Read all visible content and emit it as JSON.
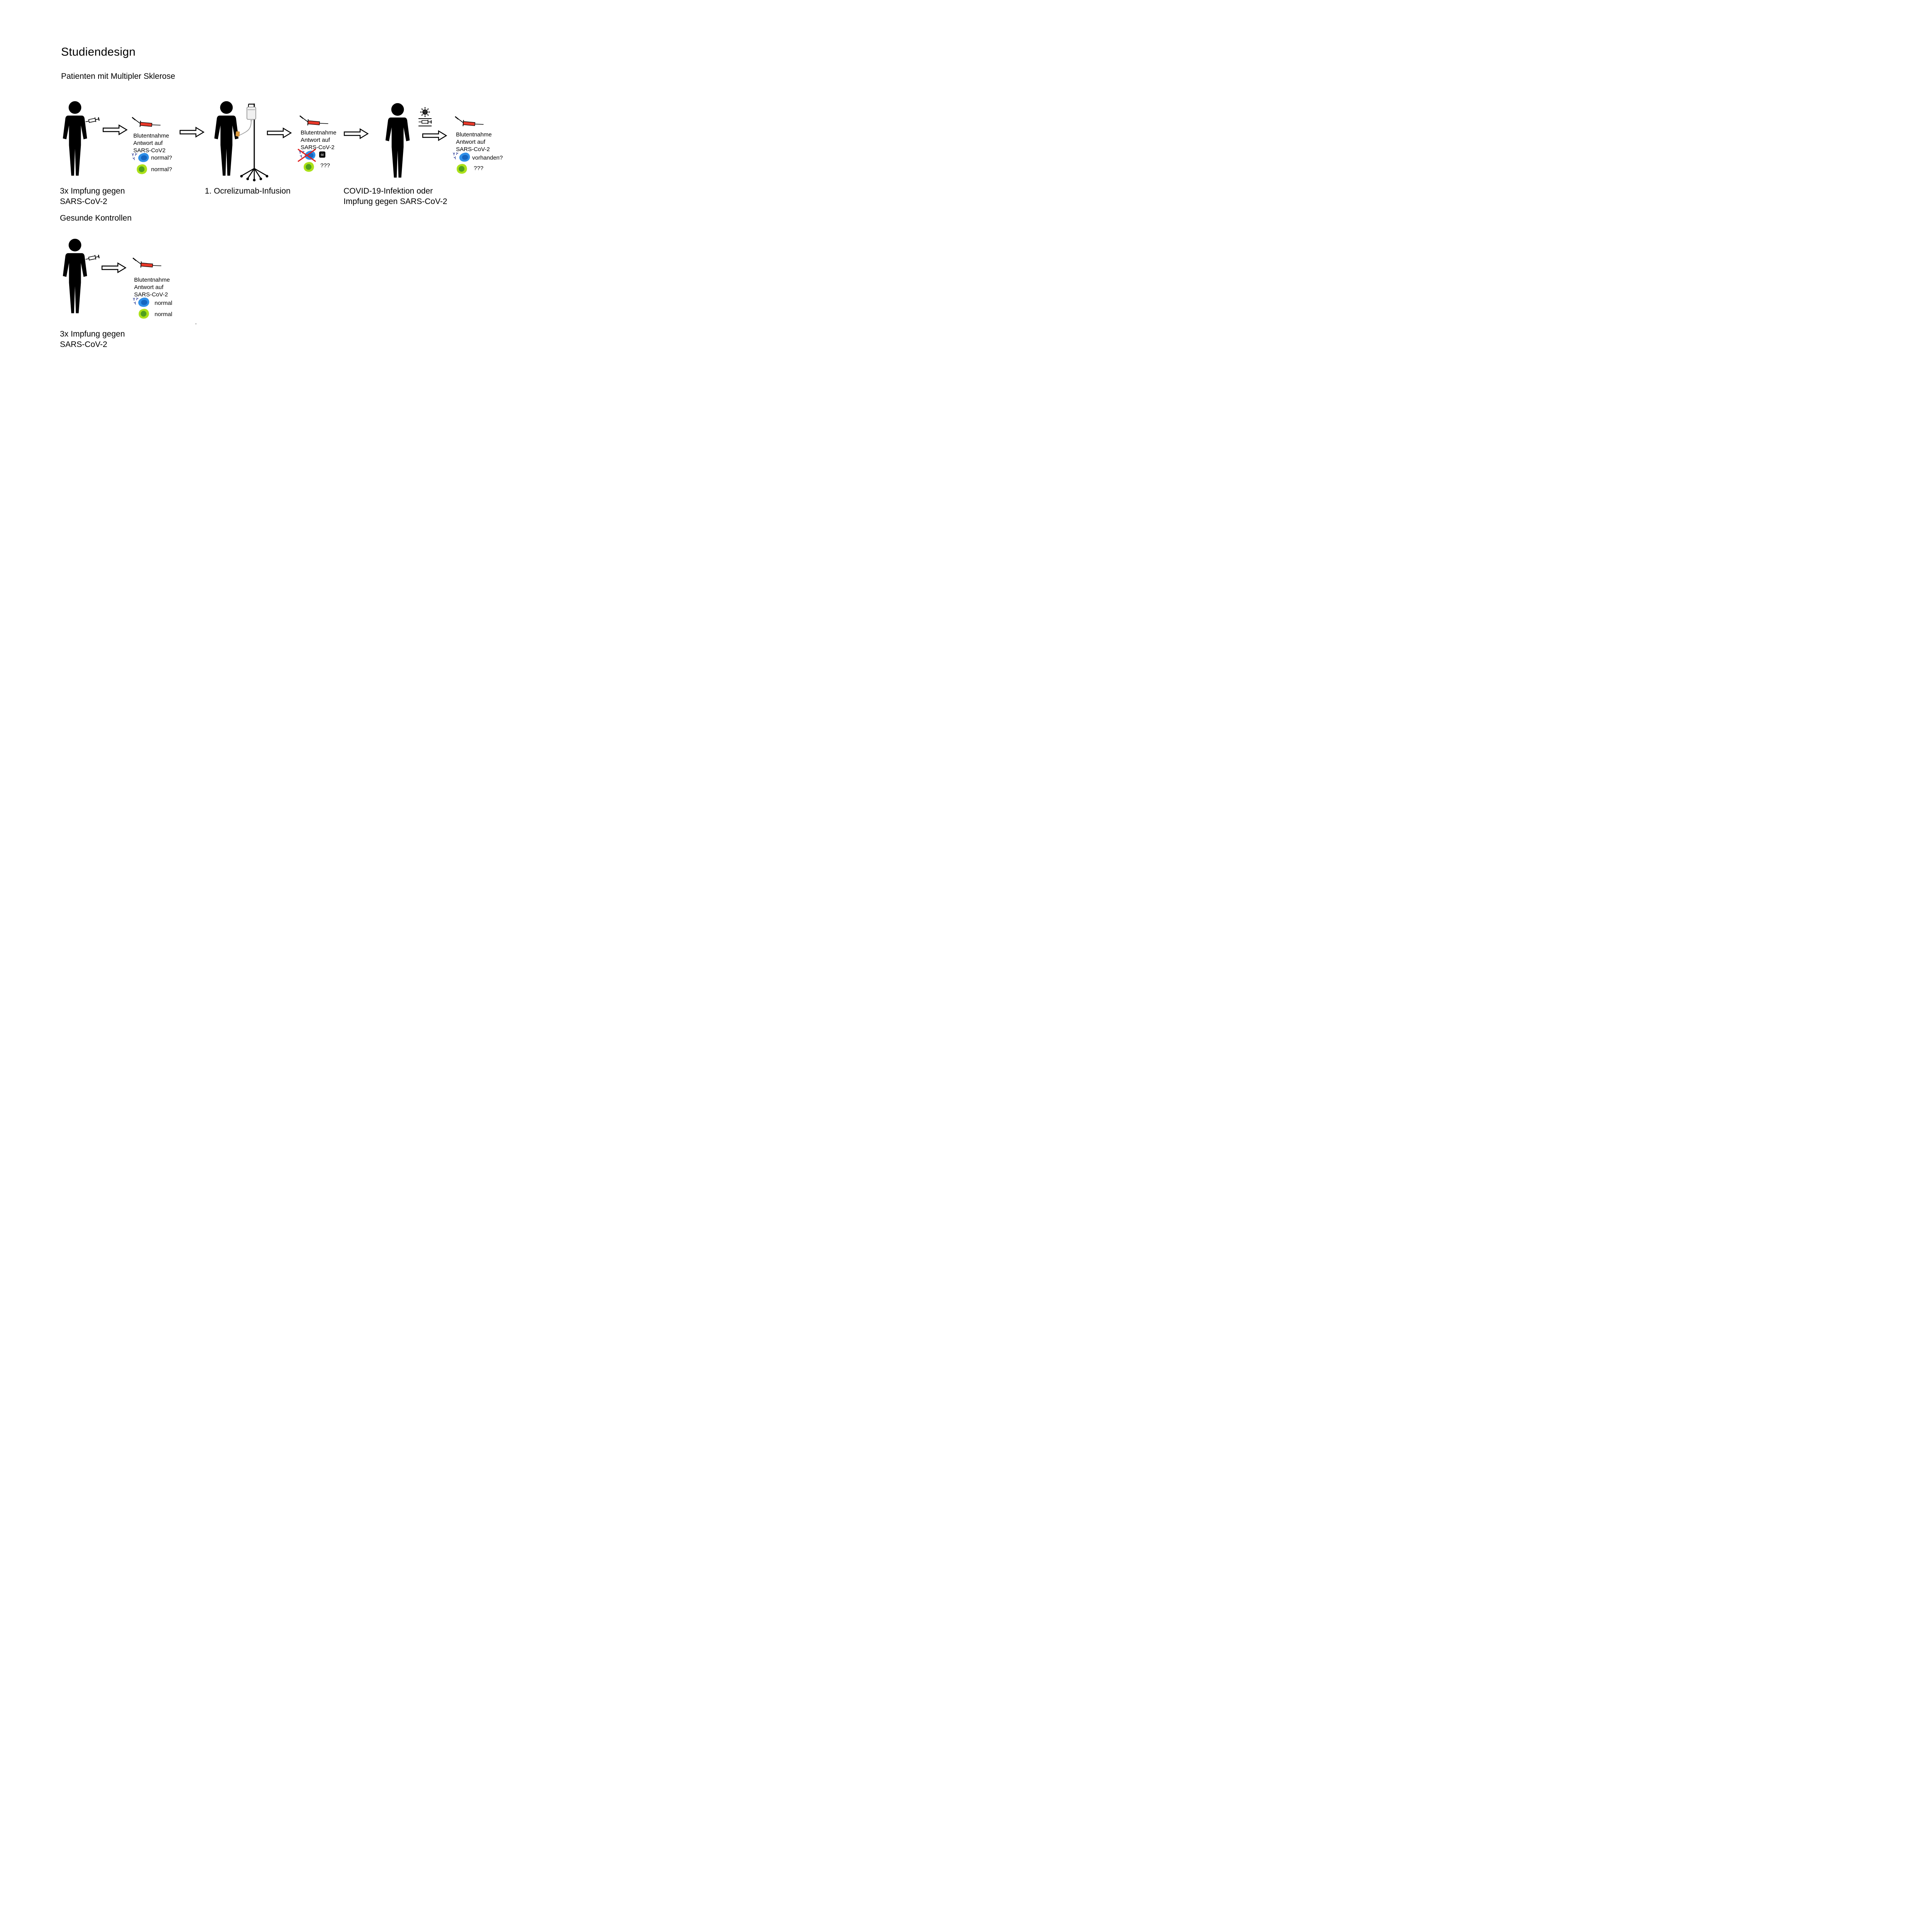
{
  "title": "Studiendesign",
  "patients": {
    "heading": "Patienten mit Multipler Sklerose",
    "vaccination_label": [
      "3x Impfung gegen",
      "SARS-CoV-2"
    ],
    "infusion_label": "1. Ocrelizumab-Infusion",
    "infection_label": [
      "COVID-19-Infektion oder",
      "Impfung gegen SARS-CoV-2"
    ],
    "blood1": {
      "lines": [
        "Blutentnahme",
        "Antwort auf",
        "SARS-CoV2"
      ],
      "b_cell_label": "normal?",
      "t_cell_label": "normal?"
    },
    "blood2": {
      "lines": [
        "Blutentnahme",
        "Antwort auf",
        "SARS-CoV-2"
      ],
      "t_cell_label": "???"
    },
    "blood3": {
      "lines": [
        "Blutentnahme",
        "Antwort auf",
        "SARS-CoV-2"
      ],
      "b_cell_label": "vorhanden?",
      "t_cell_label": "???"
    }
  },
  "controls": {
    "heading": "Gesunde Kontrollen",
    "vaccination_label": [
      "3x Impfung gegen",
      "SARS-CoV-2"
    ],
    "blood1": {
      "lines": [
        "Blutentnahme",
        "Antwort auf",
        "SARS-CoV-2"
      ],
      "b_cell_label": "normal",
      "t_cell_label": "normal"
    }
  },
  "icons": {
    "skull_glyph": "☠",
    "person": "person-silhouette",
    "arrow": "right-block-arrow",
    "blood_syringe": "syringe-with-blood",
    "vaccine_syringe": "small-syringe",
    "b_cell": "b-cell-blue-with-antibodies",
    "t_cell": "t-cell-green",
    "virus": "coronavirus",
    "iv": "iv-infusion-stand",
    "cross_out": "red-x"
  },
  "colors": {
    "figure": "#000000",
    "blood": "#e8392a",
    "b_cell": "#2f8fe8",
    "b_cell_nucleus": "#1565c0",
    "t_cell": "#abe119",
    "t_cell_nucleus": "#4f9f1f",
    "cross_out": "#e02020",
    "iv_patch": "#dd9a3e"
  },
  "stray_dot": "."
}
